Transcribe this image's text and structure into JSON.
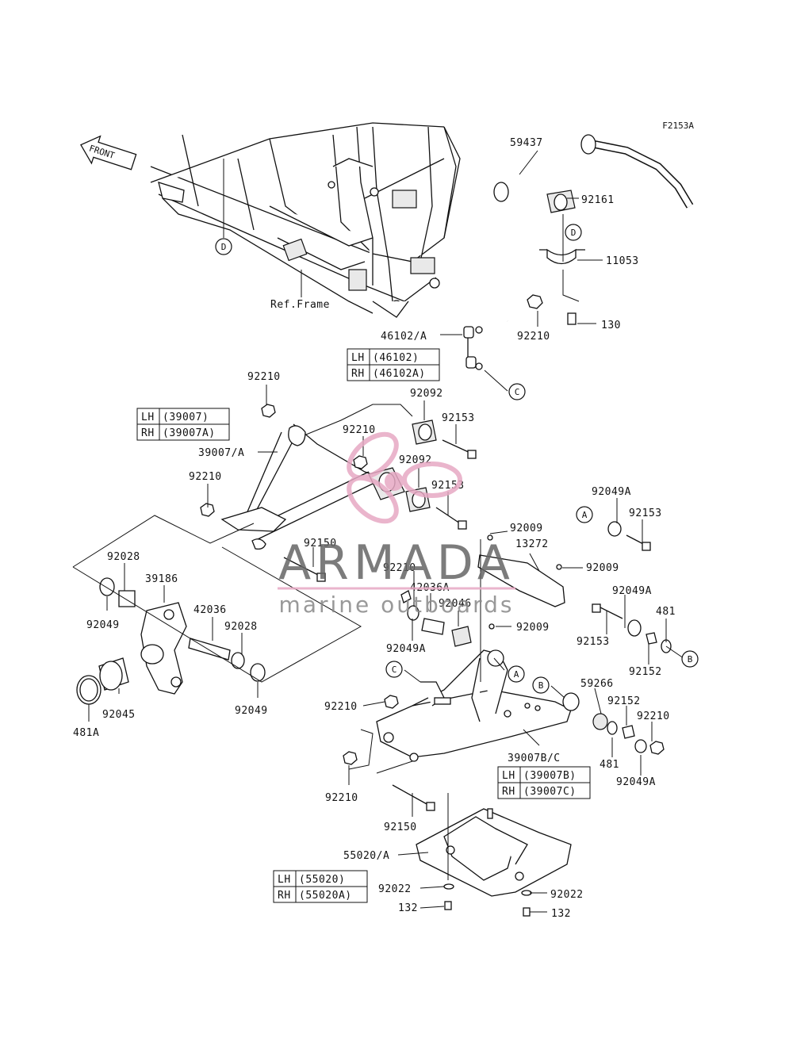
{
  "figure_code": "F2153A",
  "front_label": "FRONT",
  "frame_label": "Ref.Frame",
  "callouts": {
    "c59437": "59437",
    "c92161": "92161",
    "c11053": "11053",
    "c130": "130",
    "c92210_a": "92210",
    "c46102A": "46102/A",
    "c92210_b": "92210",
    "c92092_a": "92092",
    "c92153_a": "92153",
    "c92210_c": "92210",
    "c92092_b": "92092",
    "c39007A": "39007/A",
    "c92210_d": "92210",
    "c92153_b": "92153",
    "c92049A_a": "92049A",
    "c92153_c": "92153",
    "c92009_a": "92009",
    "c13272": "13272",
    "c92009_b": "92009",
    "c92150_a": "92150",
    "c92028_a": "92028",
    "c39186": "39186",
    "c92210_e": "92210",
    "c42036A": "42036A",
    "c92046": "92046",
    "c92009_c": "92009",
    "c92049A_b": "92049A",
    "c92049A_c": "92049A",
    "c481_a": "481",
    "c92153_d": "92153",
    "c92152_a": "92152",
    "c92049_a": "92049",
    "c42036": "42036",
    "c92028_b": "92028",
    "c92045": "92045",
    "c481A": "481A",
    "c92049_b": "92049",
    "c92210_f": "92210",
    "c59266": "59266",
    "c92152_b": "92152",
    "c92210_g": "92210",
    "c39007BC": "39007B/C",
    "c481_b": "481",
    "c92049A_d": "92049A",
    "c92210_h": "92210",
    "c92150_b": "92150",
    "c55020A": "55020/A",
    "c92022_a": "92022",
    "c132_a": "132",
    "c92022_b": "92022",
    "c132_b": "132"
  },
  "ref_letters": {
    "D1": "D",
    "D2": "D",
    "C1": "C",
    "C2": "C",
    "A1": "A",
    "A2": "A",
    "B1": "B",
    "B2": "B"
  },
  "tables": {
    "t46102": {
      "lh": "LH",
      "lh_val": "(46102)",
      "rh": "RH",
      "rh_val": "(46102A)"
    },
    "t39007": {
      "lh": "LH",
      "lh_val": "(39007)",
      "rh": "RH",
      "rh_val": "(39007A)"
    },
    "t39007BC": {
      "lh": "LH",
      "lh_val": "(39007B)",
      "rh": "RH",
      "rh_val": "(39007C)"
    },
    "t55020": {
      "lh": "LH",
      "lh_val": "(55020)",
      "rh": "RH",
      "rh_val": "(55020A)"
    }
  },
  "watermark": {
    "name": "ARMADA",
    "sub": "marine outboards",
    "logo_color": "#e7a9c4",
    "text_color": "#666666"
  }
}
